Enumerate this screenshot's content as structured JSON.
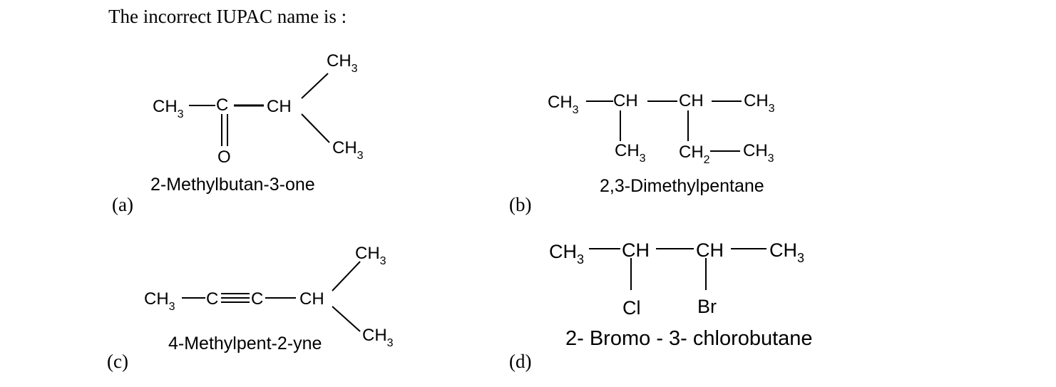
{
  "question": "The incorrect IUPAC name is :",
  "options": [
    {
      "label": "(a)",
      "name": "2-Methylbutan-3-one",
      "atoms": {
        "ch3_left": "CH",
        "c_carbonyl": "C",
        "ch": "CH",
        "ch3_top": "CH",
        "ch3_bottom": "CH",
        "o": "O"
      },
      "sub": "3"
    },
    {
      "label": "(b)",
      "name": "2,3-Dimethylpentane",
      "atoms": {
        "ch3_left": "CH",
        "ch_2": "CH",
        "ch_3": "CH",
        "ch3_right": "CH",
        "ch3_branch": "CH",
        "ch2": "CH",
        "ch3_end": "CH"
      },
      "sub3": "3",
      "sub2": "2"
    },
    {
      "label": "(c)",
      "name": "4-Methylpent-2-yne",
      "atoms": {
        "ch3_left": "CH",
        "c1": "C",
        "c2": "C",
        "ch": "CH",
        "ch3_top": "CH",
        "ch3_bottom": "CH"
      },
      "sub": "3"
    },
    {
      "label": "(d)",
      "name": "2- Bromo - 3- chlorobutane",
      "atoms": {
        "ch3_left": "CH",
        "ch_a": "CH",
        "ch_b": "CH",
        "ch3_right": "CH",
        "cl": "Cl",
        "br": "Br"
      },
      "sub": "3"
    }
  ]
}
